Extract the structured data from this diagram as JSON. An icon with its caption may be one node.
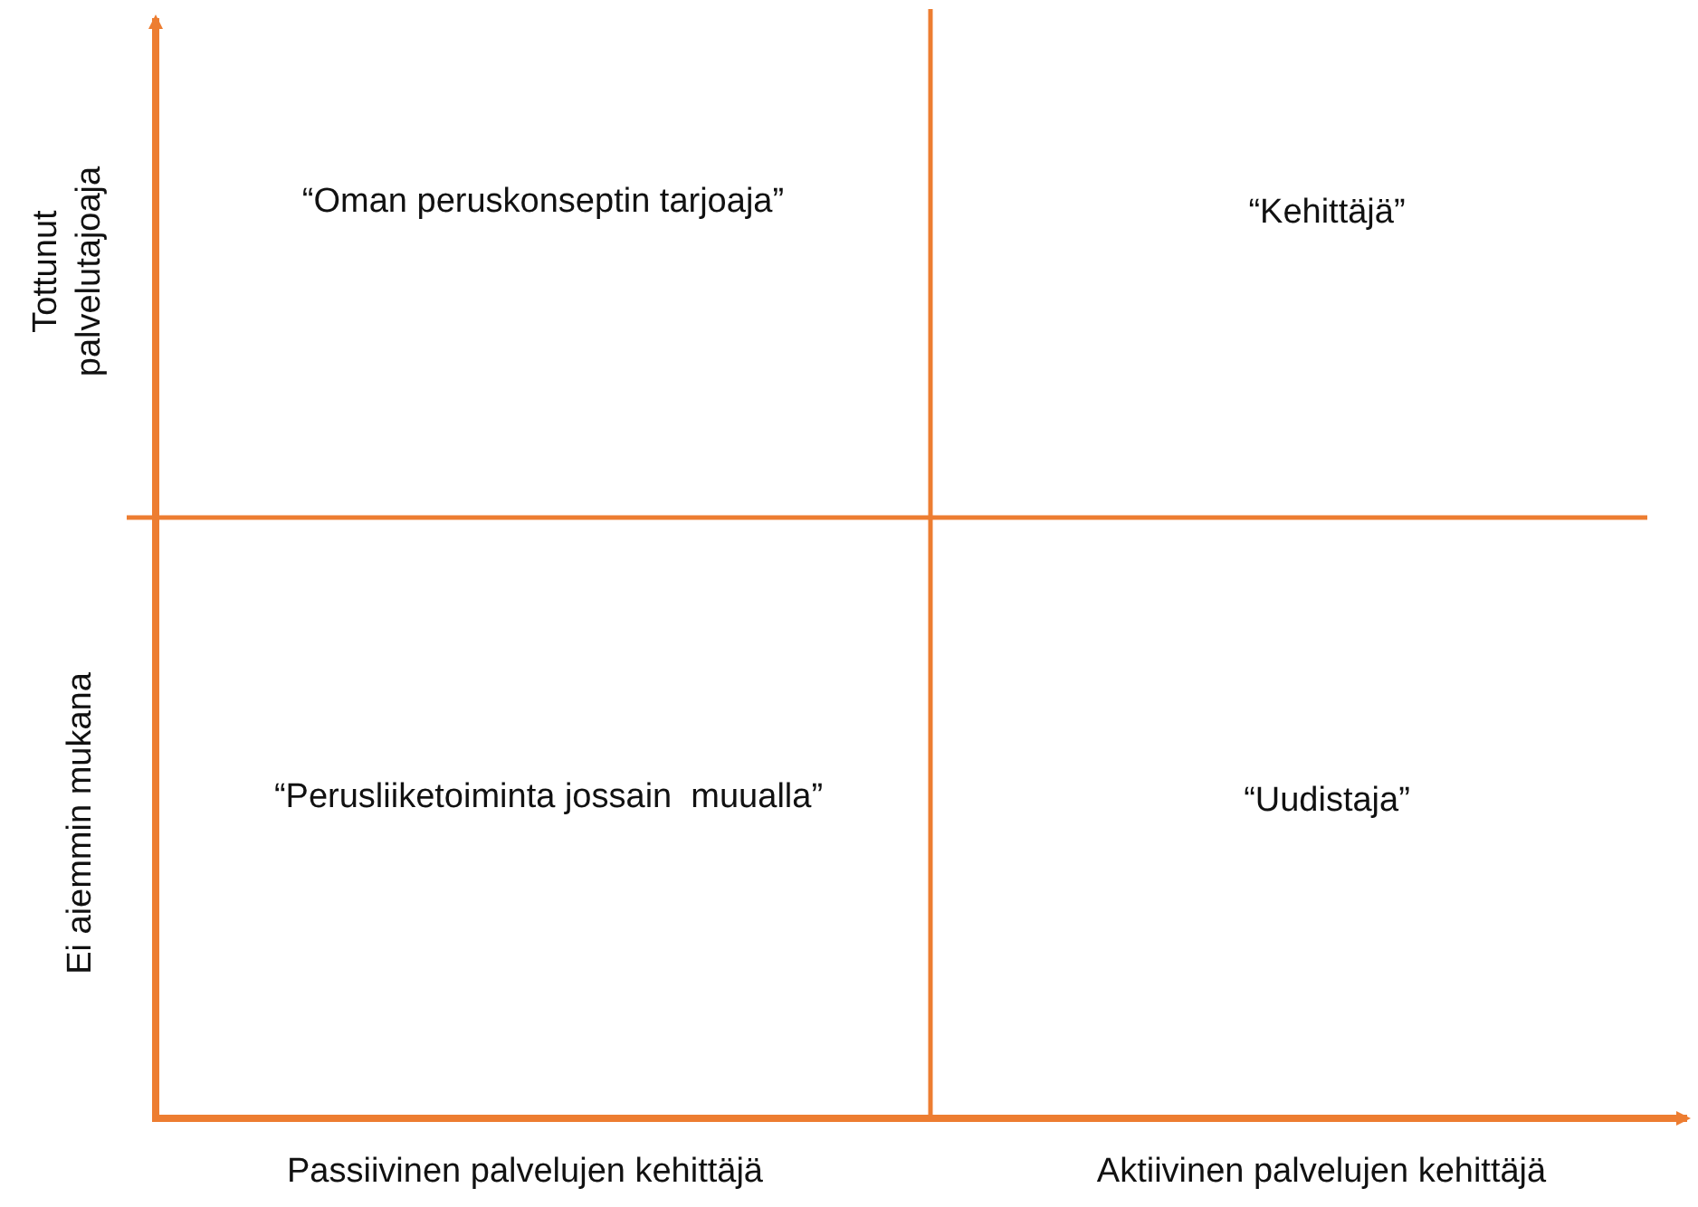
{
  "diagram": {
    "labels": [
      "Tottunut palvelutajoaja",
      "“Oman peruskonseptin tarjoaja”",
      "“Kehittäjä”",
      "Ei aiemmin mukana",
      "“Perusliiketoiminta jossain  muualla”",
      "“Uudistaja”",
      "Passiivinen palvelujen kehittäjä",
      "Aktiivinen palvelujen kehittäjä"
    ]
  }
}
